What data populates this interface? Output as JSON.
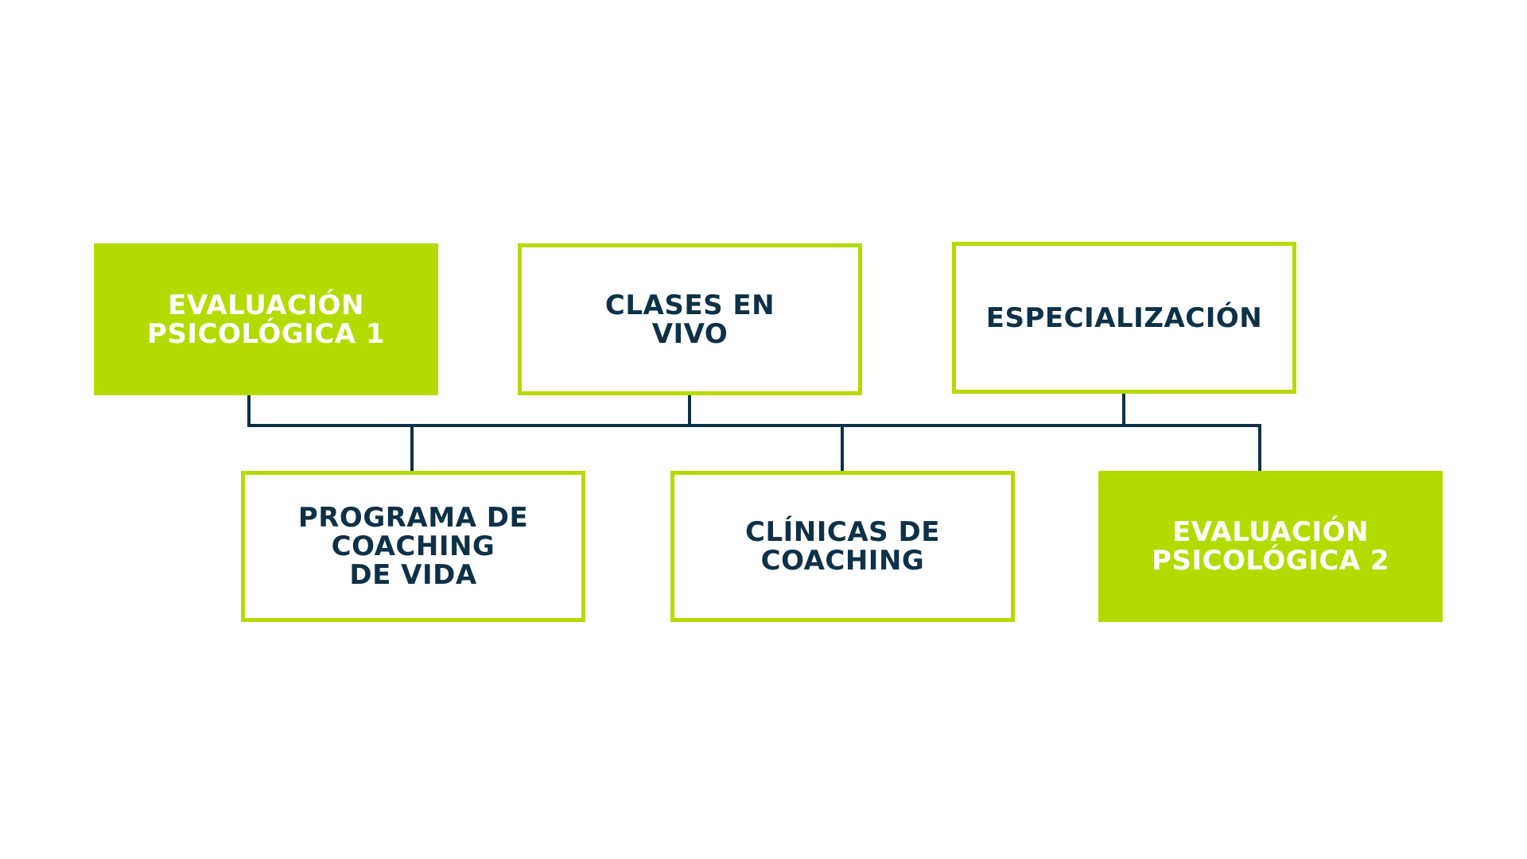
{
  "colors": {
    "accent": "#b4db00",
    "text_dark": "#0d3147",
    "connector": "#0d3147",
    "background": "#ffffff"
  },
  "nodes": [
    {
      "label": "EVALUACIÓN\nPSICOLÓGICA 1",
      "style": "filled"
    },
    {
      "label": "CLASES EN\nVIVO",
      "style": "outlined"
    },
    {
      "label": "ESPECIALIZACIÓN",
      "style": "outlined"
    },
    {
      "label": "PROGRAMA DE\nCOACHING\nDE VIDA",
      "style": "outlined"
    },
    {
      "label": "CLÍNICAS DE\nCOACHING",
      "style": "outlined"
    },
    {
      "label": "EVALUACIÓN\nPSICOLÓGICA 2",
      "style": "filled"
    }
  ]
}
